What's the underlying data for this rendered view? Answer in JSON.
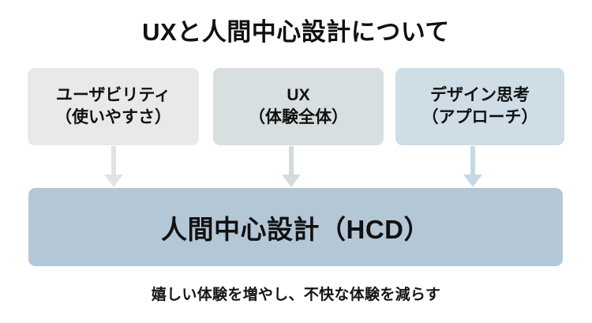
{
  "page": {
    "background_color": "#ffffff",
    "title": "UXと人間中心設計について"
  },
  "concepts": [
    {
      "id": "usability",
      "line1": "ユーザビリティ",
      "line2": "（使いやすさ）",
      "box_color": "#e9e9e9",
      "arrow_color": "#e3e3e3"
    },
    {
      "id": "ux",
      "line1": "UX",
      "line2": "（体験全体）",
      "box_color": "#d7dfe0",
      "arrow_color": "#d3dcdd"
    },
    {
      "id": "design-thinking",
      "line1": "デザイン思考",
      "line2": "（アプローチ）",
      "box_color": "#cedde6",
      "arrow_color": "#c7d8e2"
    }
  ],
  "result": {
    "label": "人間中心設計（HCD）",
    "box_color": "#b4c7d7"
  },
  "caption": "嬉しい体験を増やし、不快な体験を減らす"
}
